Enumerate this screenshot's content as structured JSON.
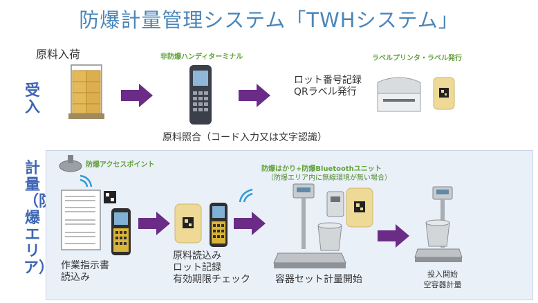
{
  "title": "防爆計量管理システム「TWHシステム」",
  "sections": {
    "receiving_label": "受入",
    "weighing_label": "計量（防爆エリア）"
  },
  "receiving": {
    "raw_arrival": "原料入荷",
    "handheld_label": "非防爆ハンディターミナル",
    "lot_record": "ロット番号記録",
    "qr_issue": "QRラベル発行",
    "printer_label": "ラベルプリンタ・ラベル発行",
    "material_check": "原料照合（コード入力又は文字認識）"
  },
  "weighing": {
    "access_point": "防爆アクセスポイント",
    "scale_unit": "防爆はかり+防爆Bluetoothユニット",
    "scale_unit_note": "（防爆エリア内に無線環境が無い場合）",
    "work_order_1": "作業指示書",
    "work_order_2": "読込み",
    "step2_1": "原料読込み",
    "step2_2": "ロット記録",
    "step2_3": "有効期限チェック",
    "step3": "容器セット計量開始",
    "step4_1": "投入開始",
    "step4_2": "空容器計量"
  },
  "colors": {
    "title": "#4a86b8",
    "side_label": "#3f66b5",
    "green_label": "#62a13b",
    "arrow": "#6a2c86",
    "zone_bg": "#eaf0f8"
  }
}
